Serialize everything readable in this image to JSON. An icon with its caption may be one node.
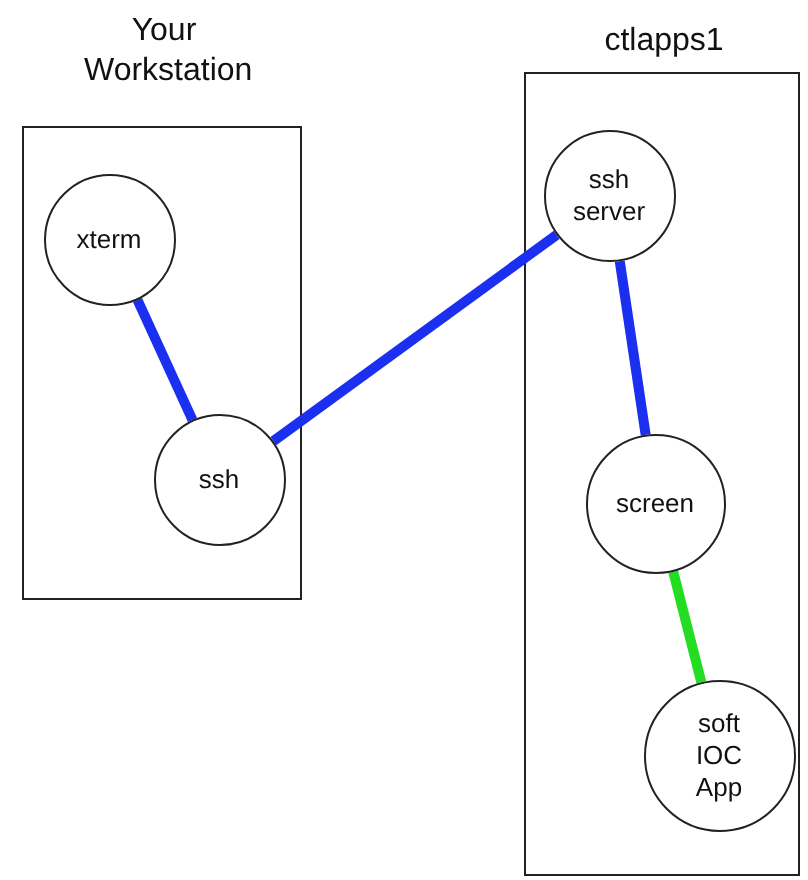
{
  "diagram": {
    "nodes": [
      {
        "text": [
          "Your Workstation"
        ]
      },
      {
        "text": [
          "xterm"
        ],
        "in": 0
      },
      {
        "text": [
          "ssh"
        ],
        "in": 0
      },
      {
        "text": [
          "ctlapps1"
        ]
      },
      {
        "text": [
          "ssh server"
        ],
        "in": 3
      },
      {
        "text": [
          "screen"
        ],
        "in": 3
      },
      {
        "text": [
          "soft IOC App"
        ],
        "in": 3
      }
    ],
    "edges": [
      {
        "from": 1,
        "to": 2,
        "arrow": "none"
      },
      {
        "from": 2,
        "to": 4,
        "arrow": "none"
      },
      {
        "from": 4,
        "to": 5,
        "arrow": "none"
      },
      {
        "from": 5,
        "to": 6,
        "arrow": "none",
        "color": "#22dd22"
      }
    ]
  }
}
